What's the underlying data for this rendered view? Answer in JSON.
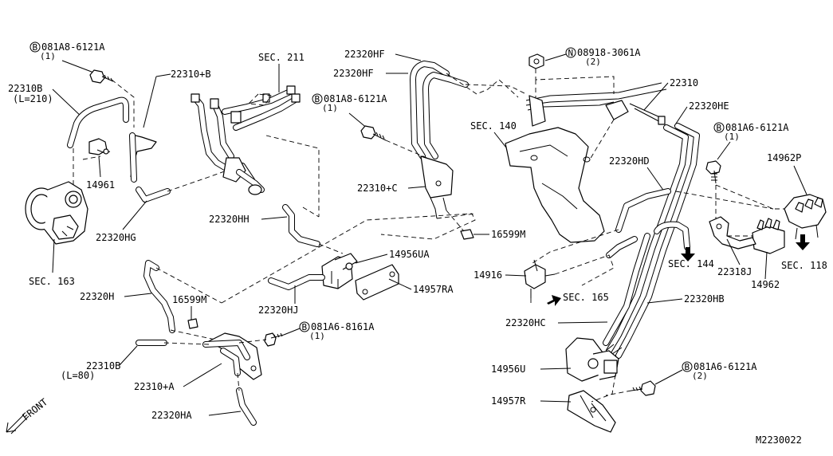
{
  "diagram_code": "M2230022",
  "front_label": "FRONT",
  "labels": {
    "bolt_081A8_6121A_left": {
      "code": "081A8-6121A",
      "qty": "(1)",
      "prefix": "B"
    },
    "l_22310B_top": "22310B",
    "l_22310B_top_len": "(L=210)",
    "l_22310B_plusB": "22310+B",
    "l_sec211": "SEC. 211",
    "l_14961": "14961",
    "l_sec163": "SEC. 163",
    "l_22320HG": "22320HG",
    "l_22320HH": "22320HH",
    "l_22320HF_a": "22320HF",
    "l_22320HF_b": "22320HF",
    "bolt_081A8_6121A_mid": {
      "code": "081A8-6121A",
      "qty": "(1)",
      "prefix": "B"
    },
    "l_sec140": "SEC. 140",
    "l_22310C": "22310+C",
    "l_16599M_right": "16599M",
    "nut_08918": {
      "code": "08918-3061A",
      "qty": "(2)",
      "prefix": "N"
    },
    "l_22310": "22310",
    "l_22320HE": "22320HE",
    "bolt_081A6_6121A_right": {
      "code": "081A6-6121A",
      "qty": "(1)",
      "prefix": "B"
    },
    "l_14962P": "14962P",
    "l_22320HD": "22320HD",
    "l_14956UA": "14956UA",
    "l_14957RA": "14957RA",
    "l_22320HJ": "22320HJ",
    "l_22320H": "22320H",
    "l_16599M_left": "16599M",
    "l_14916": "14916",
    "l_sec165": "SEC. 165",
    "l_sec144": "SEC. 144",
    "l_22318J": "22318J",
    "l_14962": "14962",
    "l_sec118": "SEC. 118",
    "l_22320HB": "22320HB",
    "l_22320HC": "22320HC",
    "bolt_081A6_8161A": {
      "code": "081A6-8161A",
      "qty": "(1)",
      "prefix": "B"
    },
    "l_22310B_low": "22310B",
    "l_22310B_low_len": "(L=80)",
    "l_22310A": "22310+A",
    "l_22320HA": "22320HA",
    "l_14956U": "14956U",
    "bolt_081A6_6121A_low": {
      "code": "081A6-6121A",
      "qty": "(2)",
      "prefix": "B"
    },
    "l_14957R": "14957R"
  }
}
